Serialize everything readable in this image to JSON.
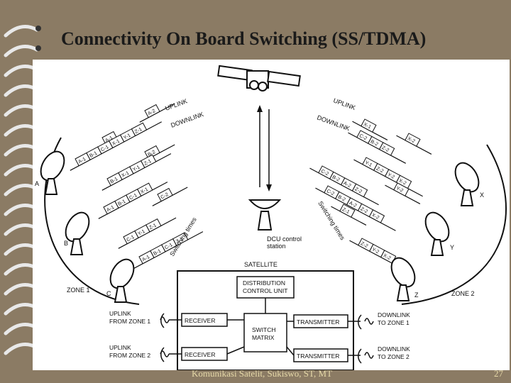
{
  "slide": {
    "title": "Connectivity On Board Switching (SS/TDMA)",
    "footer": "Komunikasi Satelit, Sukiswo, ST, MT",
    "page_number": "27"
  },
  "diagram": {
    "left_uplink_label": "UPLINK",
    "left_downlink_label": "DOWNLINK",
    "right_uplink_label": "UPLINK",
    "right_downlink_label": "DOWNLINK",
    "left_switching_label": "Switching times",
    "right_switching_label": "Switching times",
    "dcu_label_1": "DCU control",
    "dcu_label_2": "station",
    "satellite_label": "SATELLITE",
    "distribution_1": "DISTRIBUTION",
    "distribution_2": "CONTROL UNIT",
    "switch_1": "SWITCH",
    "switch_2": "MATRIX",
    "receiver_1": "RECEIVER",
    "receiver_2": "RECEIVER",
    "transmitter_1": "TRANSMITTER",
    "transmitter_2": "TRANSMITTER",
    "uplink_zone1_1": "UPLINK",
    "uplink_zone1_2": "FROM ZONE 1",
    "uplink_zone2_1": "UPLINK",
    "uplink_zone2_2": "FROM ZONE 2",
    "downlink_zone1_1": "DOWNLINK",
    "downlink_zone1_2": "TO ZONE 1",
    "downlink_zone2_1": "DOWNLINK",
    "downlink_zone2_2": "TO ZONE 2",
    "zone1_label": "ZONE 1",
    "zone2_label": "ZONE 2",
    "station_a": "A",
    "station_b": "B",
    "station_c": "C",
    "station_x": "X",
    "station_y": "Y",
    "station_z": "Z",
    "left_bursts": [
      [
        "A-2"
      ],
      [
        "A-1"
      ],
      [
        "A-1",
        "B-1",
        "C-1",
        "X-1",
        "Y-1",
        "Z-1"
      ],
      [
        "B-2"
      ],
      [
        "B-1",
        "X-1",
        "Y-1",
        "Z-1"
      ],
      [
        "A-1",
        "B-1",
        "C-1",
        "X-1"
      ],
      [
        "C-2"
      ],
      [
        "C-1",
        "Y-1",
        "Z-1"
      ],
      [
        "A-1",
        "B-1",
        "C-1",
        "Z-1"
      ]
    ],
    "right_bursts": [
      [
        "X-1"
      ],
      [
        "C-2",
        "B-2",
        "Z-2"
      ],
      [
        "X-2"
      ],
      [
        "Y-1",
        "Z-2",
        "Y-2",
        "X-2"
      ],
      [
        "C-2",
        "B-2",
        "A-2",
        "Z-2"
      ],
      [
        "Y-2"
      ],
      [
        "C-2",
        "B-2",
        "A-2",
        "Z-2",
        "X-2"
      ],
      [
        "Z-1"
      ],
      [
        "Z-2",
        "Y-2",
        "X-2"
      ]
    ]
  }
}
